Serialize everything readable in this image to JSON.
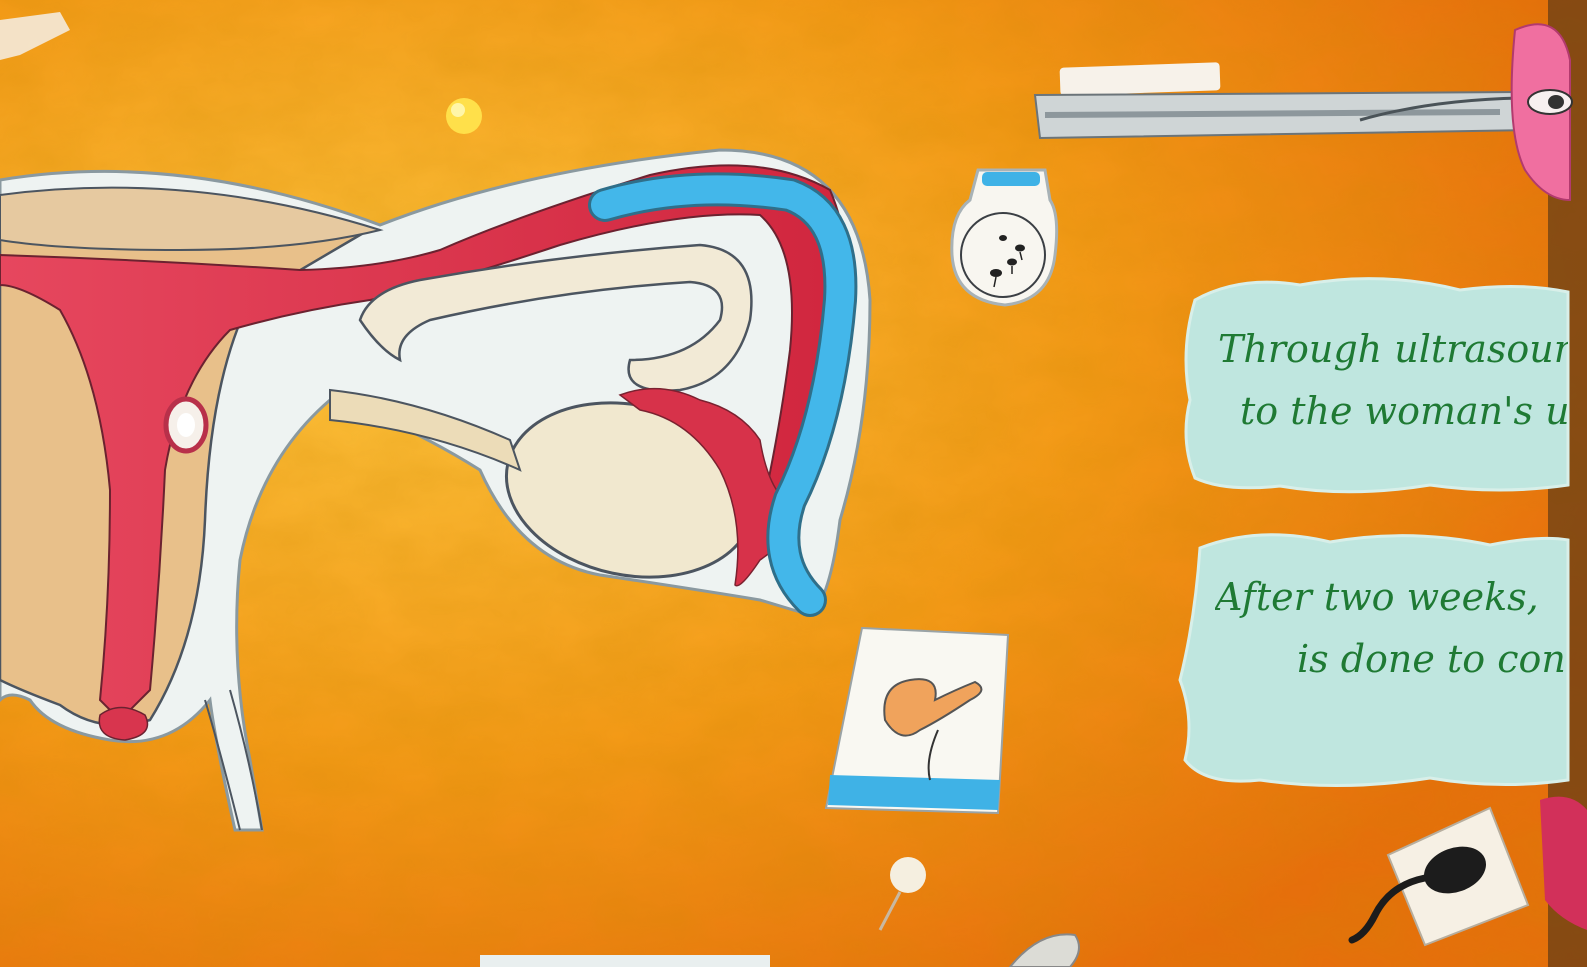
{
  "scene": {
    "background_color": "#f08a12",
    "paper_color": "#f3ead2",
    "note_color": "#bfe5df",
    "ink_color": "#1f7a34",
    "accent_red": "#e2344e",
    "accent_blue": "#3fb2e6"
  },
  "notes": [
    {
      "line1": "Through ultrasound,",
      "line2": "to the woman's u"
    },
    {
      "line1": "After two weeks,",
      "line2": "is done to con"
    }
  ],
  "icons": {
    "uterus": "uterus-diagram-icon",
    "flask": "sperm-flask-icon",
    "embryo": "embryo-card-icon",
    "sperm": "sperm-card-icon",
    "syringe": "syringe-icon",
    "pushpin": "pushpin-icon"
  }
}
